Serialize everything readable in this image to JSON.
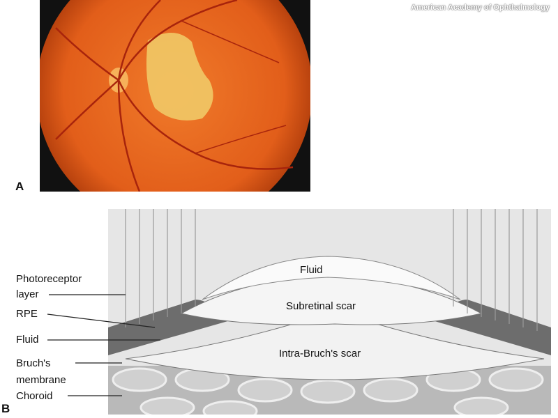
{
  "credit": "American Academy of Ophthalmology",
  "panel_a": {
    "letter": "A"
  },
  "panel_b": {
    "letter": "B",
    "left_labels": [
      "Photoreceptor",
      "layer",
      "RPE",
      "Fluid",
      "Bruch's",
      "membrane",
      "Choroid"
    ],
    "inner_labels": {
      "fluid": "Fluid",
      "subretinal": "Subretinal scar",
      "intra_bruch": "Intra-Bruch's scar"
    }
  },
  "colors": {
    "fundus": "#e8651c",
    "lesion": "#f3d27a",
    "vessel": "#b22a10",
    "diagram_bg": "#e4e4e4",
    "rpe": "#6d6d6d"
  }
}
